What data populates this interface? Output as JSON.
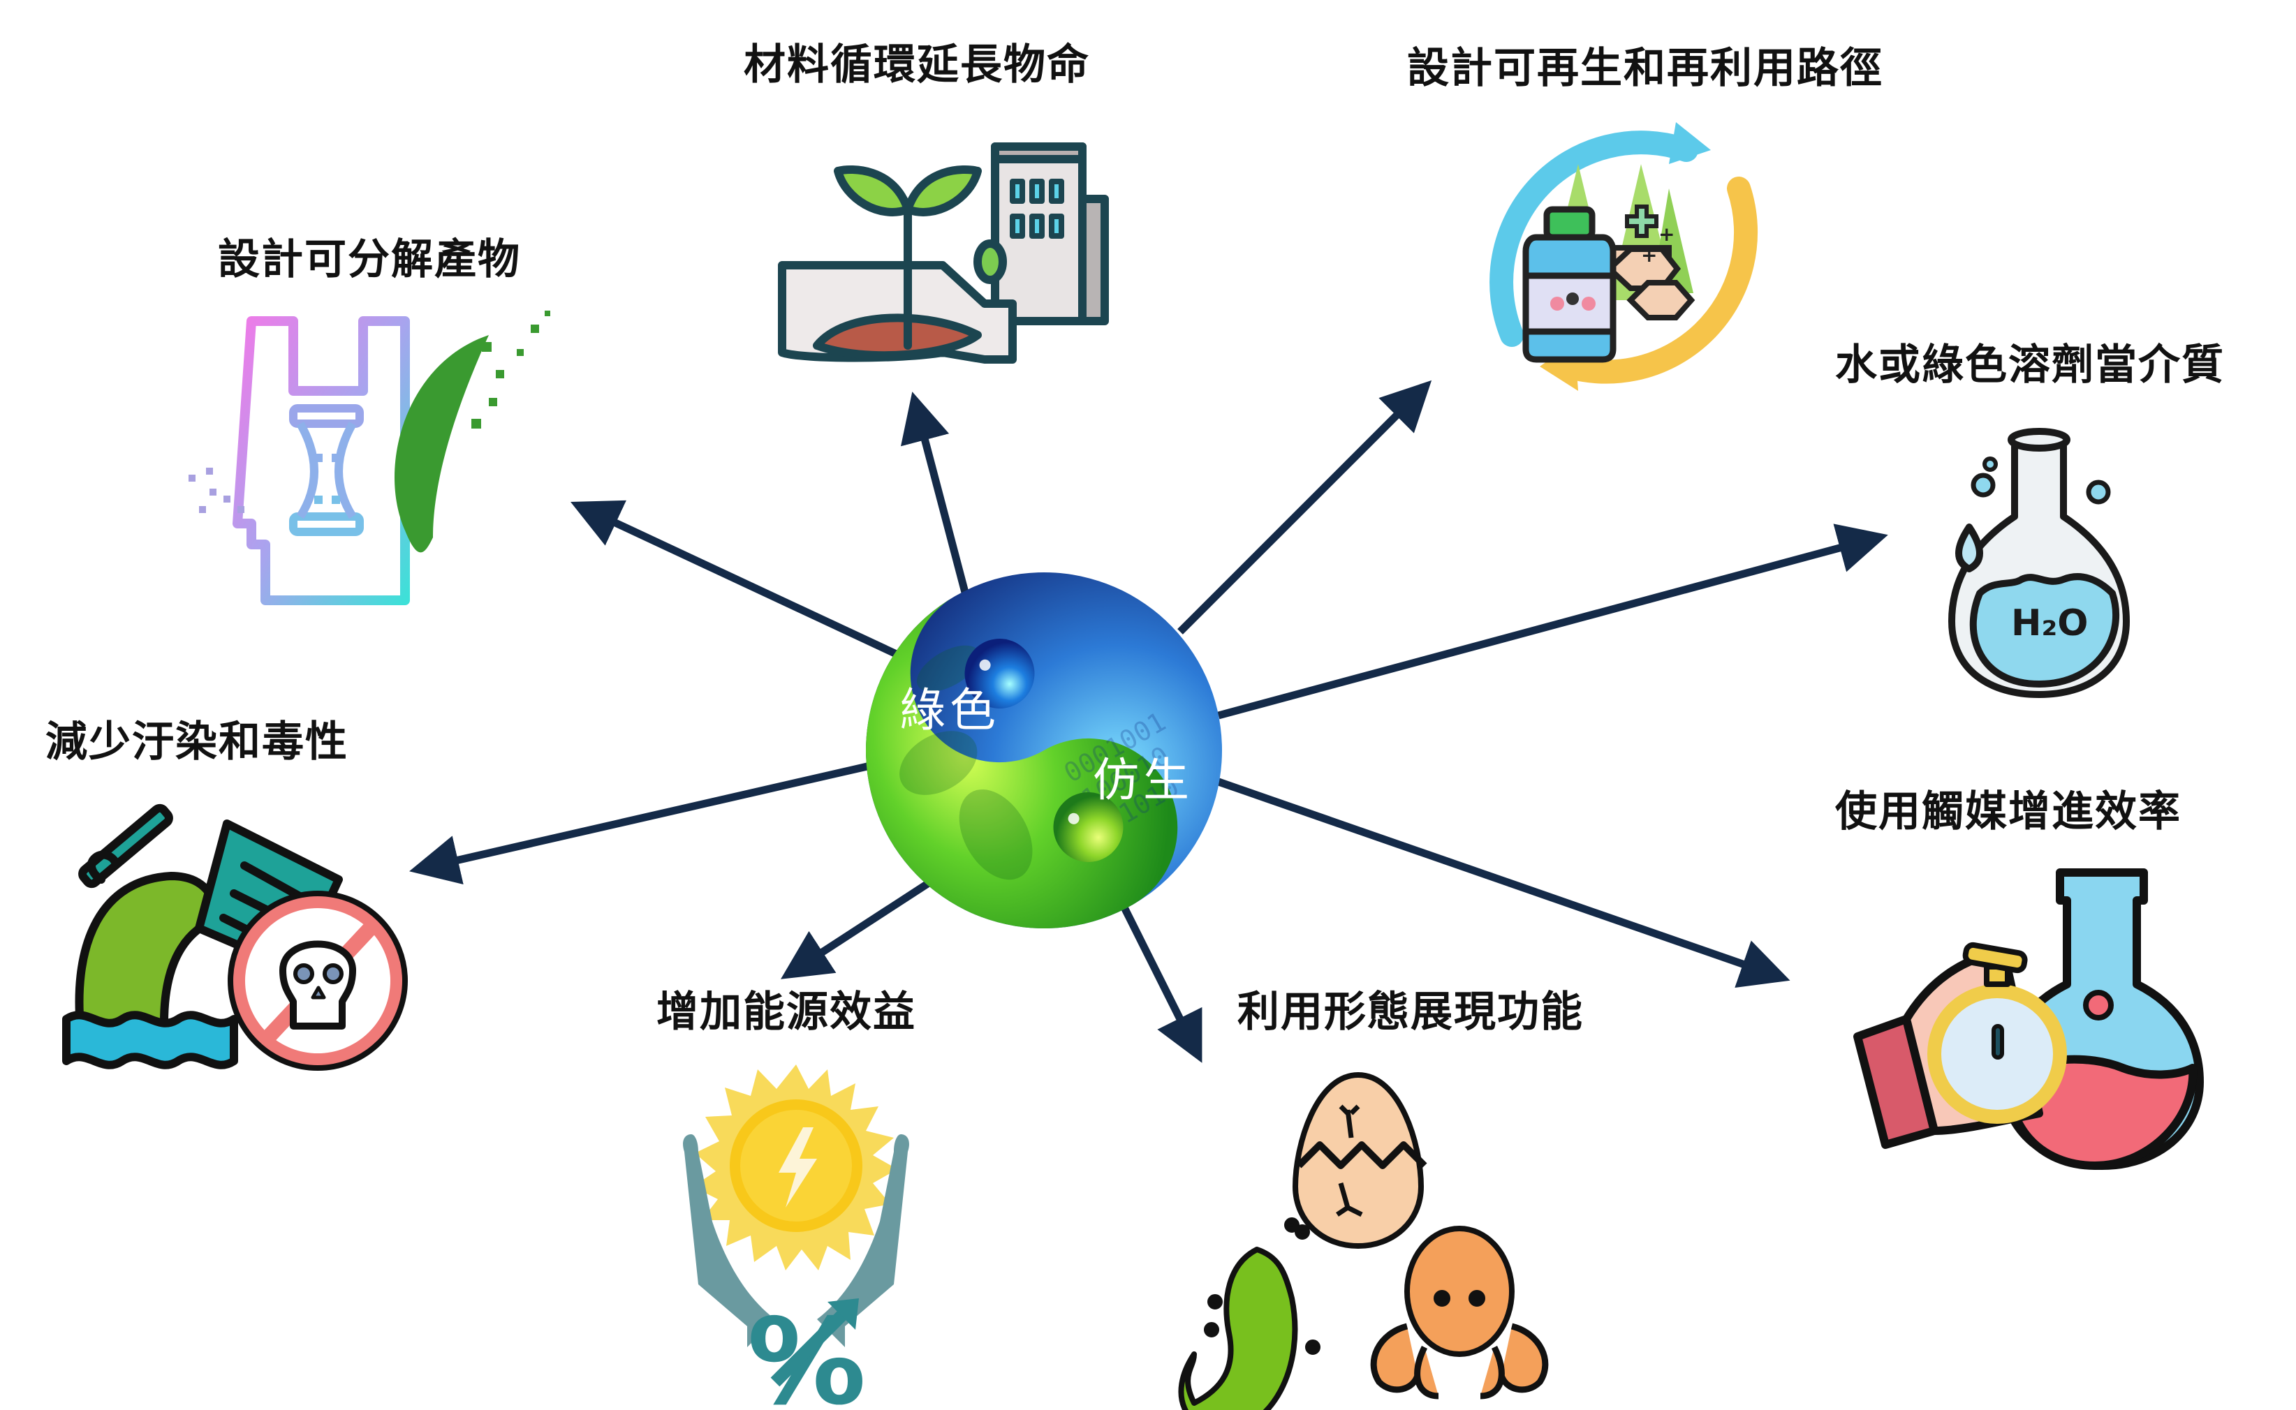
{
  "diagram": {
    "type": "radial-concept-map",
    "center": {
      "symbol": "yin-yang-globe",
      "label_top": "綠色",
      "label_bottom": "仿生",
      "colors": {
        "green": "#3fbf2a",
        "blue": "#1f4fb0",
        "light_green": "#c8ff3a",
        "light_blue": "#5fd0ff"
      }
    },
    "arrow_color": "#142a48",
    "nodes": [
      {
        "id": "degradable",
        "label": "設計可分解產物",
        "icon": "degradable-bag-leaf-icon"
      },
      {
        "id": "material-cycle",
        "label": "材料循環延長物命",
        "icon": "bottle-sprout-building-icon"
      },
      {
        "id": "renewable",
        "label": "設計可再生和再利用路徑",
        "icon": "recycle-bottle-forest-icon"
      },
      {
        "id": "green-solvent",
        "label": "水或綠色溶劑當介質",
        "icon": "h2o-flask-icon"
      },
      {
        "id": "catalyst",
        "label": "使用觸媒增進效率",
        "icon": "stopwatch-flask-icon"
      },
      {
        "id": "form-function",
        "label": "利用形態展現功能",
        "icon": "egg-gecko-octopus-icon"
      },
      {
        "id": "energy",
        "label": "增加能源效益",
        "icon": "sun-hands-percent-icon"
      },
      {
        "id": "pollution",
        "label": "減少汙染和毒性",
        "icon": "toxic-waste-skull-icon"
      }
    ],
    "h2o_text": "H₂O",
    "percent_text": "%"
  }
}
